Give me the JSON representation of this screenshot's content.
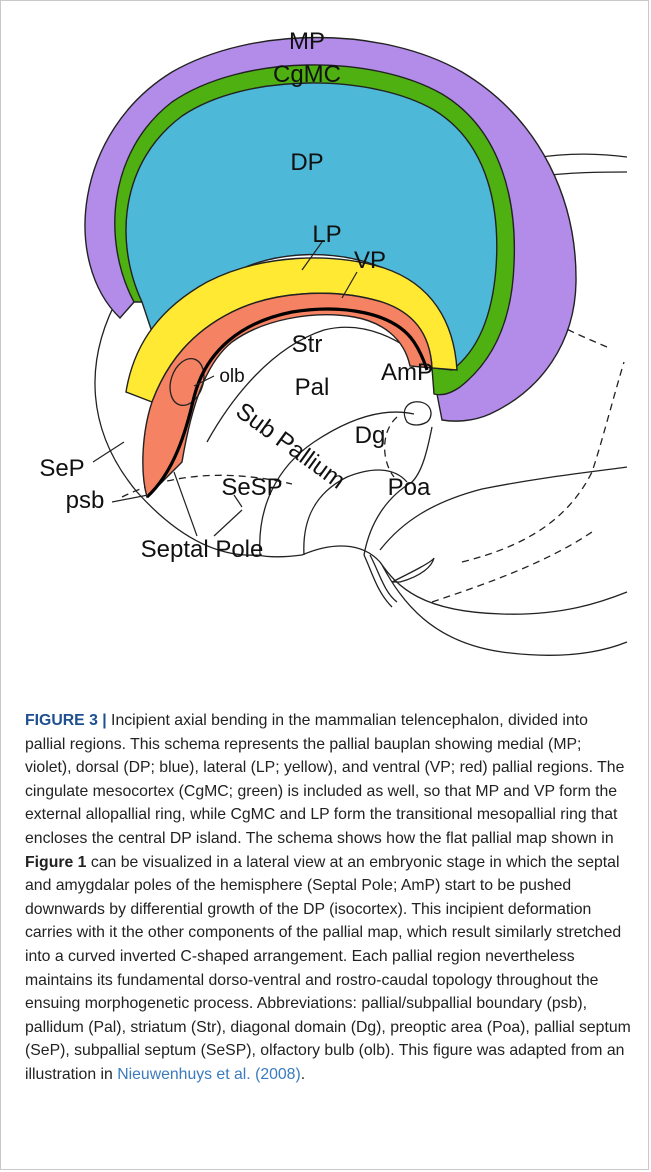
{
  "figure": {
    "labels": {
      "mp": "MP",
      "cgmc": "CgMC",
      "dp": "DP",
      "lp": "LP",
      "vp": "VP",
      "str": "Str",
      "olb": "olb",
      "amp": "AmP",
      "pal": "Pal",
      "sub_pallium": "Sub Pallium",
      "dg": "Dg",
      "sep": "SeP",
      "psb": "psb",
      "sesp": "SeSP",
      "poa": "Poa",
      "septal_pole": "Septal Pole"
    },
    "colors": {
      "mp": "#b28ce8",
      "cgmc": "#4fb012",
      "dp": "#4db8d8",
      "lp": "#ffe932",
      "vp": "#f58262"
    }
  },
  "caption": {
    "tag": "FIGURE 3 |",
    "part1": " Incipient axial bending in the mammalian telencephalon, divided into pallial regions. This schema represents the pallial bauplan showing medial (MP; violet), dorsal (DP; blue), lateral (LP; yellow), and ventral (VP; red) pallial regions. The cingulate mesocortex (CgMC; green) is included as well, so that MP and VP form the external allopallial ring, while CgMC and LP form the transitional mesopallial ring that encloses the central DP island. The schema shows how the flat pallial map shown in ",
    "figure_ref": "Figure 1",
    "part2": " can be visualized in a lateral view at an embryonic stage in which the septal and amygdalar poles of the hemisphere (Septal Pole; AmP) start to be pushed downwards by differential growth of the DP (isocortex). This incipient deformation carries with it the other components of the pallial map, which result similarly stretched into a curved inverted C-shaped arrangement. Each pallial region nevertheless maintains its fundamental dorso-ventral and rostro-caudal topology throughout the ensuing morphogenetic process. Abbreviations: pallial/subpallial boundary (psb), pallidum (Pal), striatum (Str), diagonal domain (Dg), preoptic area (Poa), pallial septum (SeP), subpallial septum (SeSP), olfactory bulb (olb). This figure was adapted from an illustration in ",
    "citation": "Nieuwenhuys et al. (2008)",
    "end": "."
  }
}
